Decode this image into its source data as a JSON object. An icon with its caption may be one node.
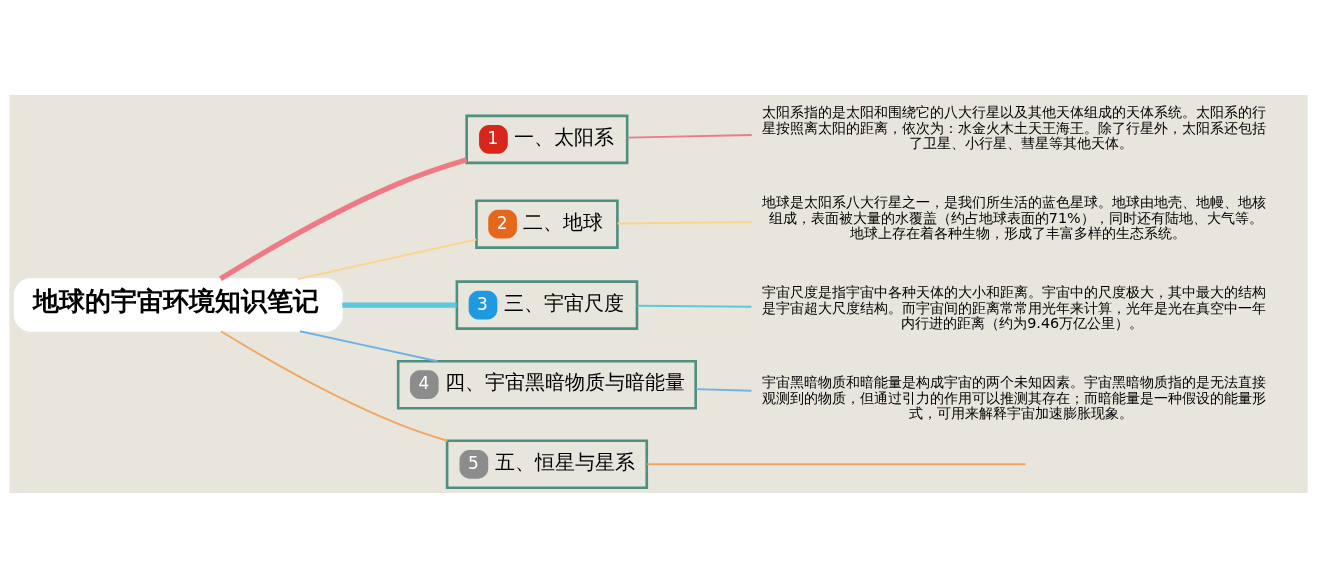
{
  "diagram": {
    "nodes": [
      {
        "text": [
          "地球的宇宙环境知识笔记"
        ]
      },
      {
        "text": [
          "1",
          "一、太阳系"
        ]
      },
      {
        "text": [
          "2",
          "二、地球"
        ]
      },
      {
        "text": [
          "3",
          "三、宇宙尺度"
        ]
      },
      {
        "text": [
          "4",
          "四、宇宙黑暗物质与暗能量"
        ]
      },
      {
        "text": [
          "5",
          "五、恒星与星系"
        ]
      },
      {
        "text": [
          "太阳系指的是太阳和围绕它的八大行星以及其他天体组成的天体系统。太阳系的行星按照离太阳的距离，依次为：水金火木土天王海王。除了行星外，太阳系还包括了卫星、小行星、彗星等其他天体。"
        ]
      },
      {
        "text": [
          "地球是太阳系八大行星之一，是我们所生活的蓝色星球。地球由地壳、地幔、地核组成，表面被大量的水覆盖（约占地球表面的71%），同时还有陆地、大气等。地球上存在着各种生物，形成了丰富多样的生态系统。"
        ]
      },
      {
        "text": [
          "宇宙尺度是指宇宙中各种天体的大小和距离。宇宙中的尺度极大，其中最大的结构是宇宙超大尺度结构。而宇宙间的距离常常用光年来计算，光年是光在真空中一年内行进的距离（约为9.46万亿公里）。"
        ]
      },
      {
        "text": [
          "宇宙黑暗物质和暗能量是构成宇宙的两个未知因素。宇宙黑暗物质指的是无法直接观测到的物质，但通过引力的作用可以推测其存在；而暗能量是一种假设的能量形式，可用来解释宇宙加速膨胀现象。"
        ]
      }
    ],
    "edges": [
      {
        "from": 0,
        "to": 1,
        "arrow": "none",
        "style": "thick",
        "color": "#f07a84"
      },
      {
        "from": 0,
        "to": 2,
        "arrow": "none",
        "color": "#f9d58e"
      },
      {
        "from": 0,
        "to": 3,
        "arrow": "none",
        "style": "thick",
        "color": "#5bc8dc"
      },
      {
        "from": 0,
        "to": 4,
        "arrow": "none",
        "color": "#6fb1e6"
      },
      {
        "from": 0,
        "to": 5,
        "arrow": "none",
        "color": "#f0a860"
      },
      {
        "from": 1,
        "to": 6,
        "arrow": "none",
        "color": "#f07a84"
      },
      {
        "from": 2,
        "to": 7,
        "arrow": "none",
        "color": "#f9d58e"
      },
      {
        "from": 3,
        "to": 8,
        "arrow": "none",
        "color": "#5bc8dc"
      },
      {
        "from": 4,
        "to": 9,
        "arrow": "none",
        "color": "#6fb1e6"
      },
      {
        "from": 5,
        "to": null,
        "arrow": "none",
        "color": "#f0a860"
      }
    ]
  }
}
